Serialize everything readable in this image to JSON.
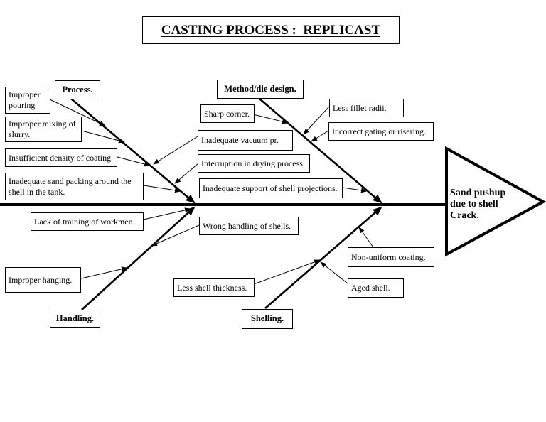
{
  "title": {
    "label": "CASTING PROCESS :  REPLICAST"
  },
  "effect": {
    "label": "Sand pushup due to shell Crack."
  },
  "categories": {
    "process": {
      "label": "Process."
    },
    "method": {
      "label": "Method/die design."
    },
    "handling": {
      "label": "Handling."
    },
    "shelling": {
      "label": "Shelling."
    }
  },
  "causes": {
    "improper_pouring": {
      "label": "Improper pouring"
    },
    "improper_mixing": {
      "label": "Improper mixing of slurry."
    },
    "insufficient_density": {
      "label": "Insufficient density of coating"
    },
    "inadequate_sand_packing": {
      "label": "Inadequate sand packing around the shell in the tank."
    },
    "lack_of_training": {
      "label": "Lack of training of workmen."
    },
    "improper_hanging": {
      "label": "Improper hanging."
    },
    "sharp_corner": {
      "label": "Sharp corner."
    },
    "inadequate_vacuum": {
      "label": "Inadequate vacuum pr."
    },
    "interruption_drying": {
      "label": "Interruption in drying process."
    },
    "inadequate_support": {
      "label": "Inadequate support of shell projections."
    },
    "wrong_handling": {
      "label": "Wrong handling of shells."
    },
    "less_shell_thickness": {
      "label": "Less shell thickness."
    },
    "non_uniform_coating": {
      "label": "Non-uniform coating."
    },
    "aged_shell": {
      "label": "Aged shell."
    },
    "less_fillet_radii": {
      "label": "Less fillet radii."
    },
    "incorrect_gating": {
      "label": "Incorrect gating or risering."
    }
  },
  "colors": {
    "ink": "#000000",
    "paper": "#ffffff"
  }
}
